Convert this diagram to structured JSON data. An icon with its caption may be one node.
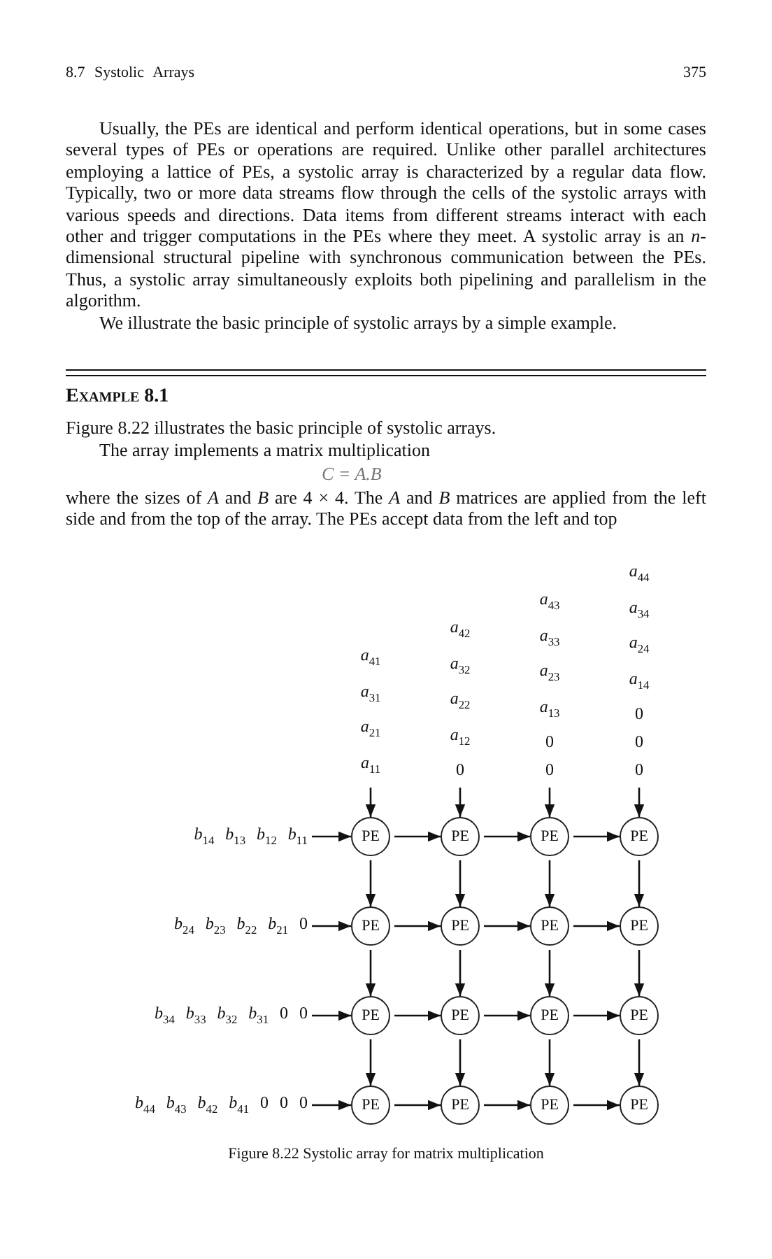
{
  "diagram": {
    "caption": "Figure 8.22 Systolic array for matrix multiplication",
    "nodes": [
      {
        "text": [
          "*a*$_{41}$ *a*$_{31}$ *a*$_{21}$ *a*$_{11}$"
        ]
      },
      {
        "text": [
          "*a*$_{42}$ *a*$_{32}$ *a*$_{22}$ *a*$_{12}$ 0"
        ]
      },
      {
        "text": [
          "*a*$_{43}$ *a*$_{33}$ *a*$_{23}$ *a*$_{13}$ 0 0"
        ]
      },
      {
        "text": [
          "*a*$_{44}$ *a*$_{34}$ *a*$_{24}$ *a*$_{14}$ 0 0 0"
        ]
      },
      {
        "text": [
          "*b*$_{14}$ *b*$_{13}$ *b*$_{12}$ *b*$_{11}$"
        ]
      },
      {
        "text": [
          "PE"
        ]
      },
      {
        "text": [
          "PE"
        ]
      },
      {
        "text": [
          "PE"
        ]
      },
      {
        "text": [
          "PE"
        ]
      },
      {
        "text": [
          "*b*$_{24}$ *b*$_{23}$ *b*$_{22}$ *b*$_{21}$ 0"
        ]
      },
      {
        "text": [
          "PE"
        ]
      },
      {
        "text": [
          "PE"
        ]
      },
      {
        "text": [
          "PE"
        ]
      },
      {
        "text": [
          "PE"
        ]
      },
      {
        "text": [
          "*b*$_{34}$ *b*$_{33}$ *b*$_{32}$ *b*$_{31}$ 0 0"
        ]
      },
      {
        "text": [
          "PE"
        ]
      },
      {
        "text": [
          "PE"
        ]
      },
      {
        "text": [
          "PE"
        ]
      },
      {
        "text": [
          "PE"
        ]
      },
      {
        "text": [
          "*b*$_{44}$ *b*$_{43}$ *b*$_{42}$ *b*$_{41}$ 0 0 0"
        ]
      },
      {
        "text": [
          "PE"
        ]
      },
      {
        "text": [
          "PE"
        ]
      },
      {
        "text": [
          "PE"
        ]
      },
      {
        "text": [
          "PE"
        ]
      }
    ],
    "edges": [
      {
        "from": 0,
        "to": 5,
        "arrow": "to"
      },
      {
        "from": 1,
        "to": 6,
        "arrow": "to"
      },
      {
        "from": 2,
        "to": 7,
        "arrow": "to"
      },
      {
        "from": 3,
        "to": 8,
        "arrow": "to"
      },
      {
        "from": 4,
        "to": 5,
        "arrow": "to"
      },
      {
        "from": 5,
        "to": 6,
        "arrow": "to"
      },
      {
        "from": 6,
        "to": 7,
        "arrow": "to"
      },
      {
        "from": 7,
        "to": 8,
        "arrow": "to"
      },
      {
        "from": 5,
        "to": 10,
        "arrow": "to"
      },
      {
        "from": 6,
        "to": 11,
        "arrow": "to"
      },
      {
        "from": 7,
        "to": 12,
        "arrow": "to"
      },
      {
        "from": 8,
        "to": 13,
        "arrow": "to"
      },
      {
        "from": 9,
        "to": 10,
        "arrow": "to"
      },
      {
        "from": 10,
        "to": 11,
        "arrow": "to"
      },
      {
        "from": 11,
        "to": 12,
        "arrow": "to"
      },
      {
        "from": 12,
        "to": 13,
        "arrow": "to"
      },
      {
        "from": 10,
        "to": 15,
        "arrow": "to"
      },
      {
        "from": 11,
        "to": 16,
        "arrow": "to"
      },
      {
        "from": 12,
        "to": 17,
        "arrow": "to"
      },
      {
        "from": 13,
        "to": 18,
        "arrow": "to"
      },
      {
        "from": 14,
        "to": 15,
        "arrow": "to"
      },
      {
        "from": 15,
        "to": 16,
        "arrow": "to"
      },
      {
        "from": 16,
        "to": 17,
        "arrow": "to"
      },
      {
        "from": 17,
        "to": 18,
        "arrow": "to"
      },
      {
        "from": 15,
        "to": 20,
        "arrow": "to"
      },
      {
        "from": 16,
        "to": 21,
        "arrow": "to"
      },
      {
        "from": 17,
        "to": 22,
        "arrow": "to"
      },
      {
        "from": 18,
        "to": 23,
        "arrow": "to"
      },
      {
        "from": 19,
        "to": 20,
        "arrow": "to"
      },
      {
        "from": 20,
        "to": 21,
        "arrow": "to"
      },
      {
        "from": 21,
        "to": 22,
        "arrow": "to"
      },
      {
        "from": 22,
        "to": 23,
        "arrow": "to"
      }
    ],
    "labels": [
      "8.7 Systolic Arrays",
      "375",
      "Usually, the PEs are identical and perform identical operations, but in some cases several types of PEs or operations are required. Unlike other parallel architectures employing a lattice of PEs, a systolic array is characterized by a regular data flow. Typically, two or more data streams flow through the cells of the systolic arrays with various speeds and directions. Data items from different streams interact with each other and trigger computations in the PEs where they meet. A systolic array is an *n*-dimensional structural pipeline with synchronous communication between the PEs. Thus, a systolic array simultaneously exploits both pipelining and parallelism in the algorithm.",
      "We illustrate the basic principle of systolic arrays by a simple example.",
      "Example 8.1",
      "Figure 8.22 illustrates the basic principle of systolic arrays.",
      "The array implements a matrix multiplication",
      "*C* = *A*.*B*",
      "where the sizes of *A* and *B* are 4 × 4. The *A* and *B* matrices are applied from the left side and from the top of the array. The PEs accept data from the left and top"
    ]
  }
}
